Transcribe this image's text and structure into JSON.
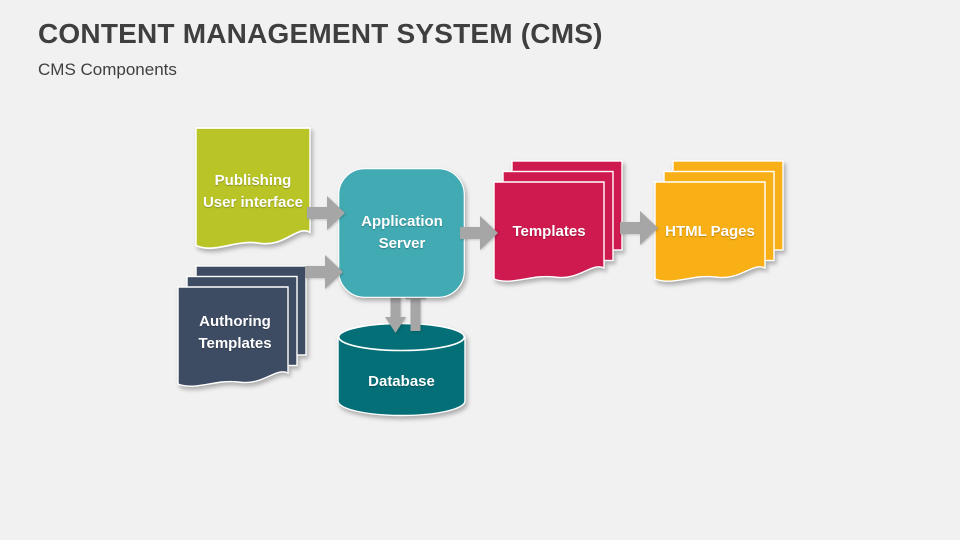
{
  "slide": {
    "title": "CONTENT MANAGEMENT SYSTEM (CMS)",
    "subtitle": "CMS Components"
  },
  "colors": {
    "background": "#f1f1f1",
    "title_text": "#3f3f3f",
    "label_text": "#ffffff",
    "arrow": "#a6a6a6",
    "sheet_outline": "#ffffff"
  },
  "nodes": {
    "publishing": {
      "label": "Publishing User interface",
      "color": "#b9c427",
      "shape": "document"
    },
    "authoring": {
      "label": "Authoring Templates",
      "color": "#3e4c63",
      "shape": "document-stack"
    },
    "app_server": {
      "label": "Application Server",
      "color": "#41aab2",
      "shape": "rounded-box"
    },
    "database": {
      "label": "Database",
      "color": "#046f77",
      "shape": "cylinder"
    },
    "templates": {
      "label": "Templates",
      "color": "#ce1a4e",
      "shape": "document-stack"
    },
    "html_pages": {
      "label": "HTML Pages",
      "color": "#f8b016",
      "shape": "document-stack"
    }
  },
  "connections": [
    {
      "from": "Publishing User interface",
      "to": "Application Server",
      "direction": "right"
    },
    {
      "from": "Authoring Templates",
      "to": "Application Server",
      "direction": "right"
    },
    {
      "from": "Application Server",
      "to": "Templates",
      "direction": "right"
    },
    {
      "from": "Templates",
      "to": "HTML Pages",
      "direction": "right"
    },
    {
      "from": "Application Server",
      "to": "Database",
      "direction": "down"
    },
    {
      "from": "Database",
      "to": "Application Server",
      "direction": "up"
    }
  ]
}
